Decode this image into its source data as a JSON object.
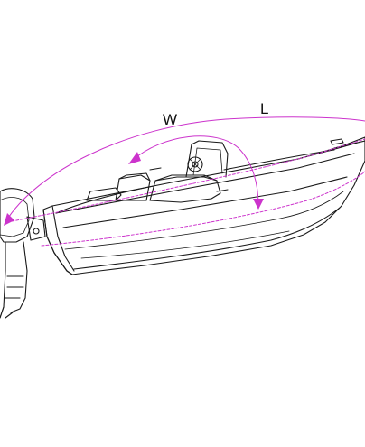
{
  "diagram": {
    "subject": "boat-cover-measurement",
    "labels": {
      "width": "W",
      "length": "L"
    },
    "colors": {
      "outline": "#1a1a1a",
      "measure": "#cc33cc",
      "background": "#ffffff"
    }
  }
}
